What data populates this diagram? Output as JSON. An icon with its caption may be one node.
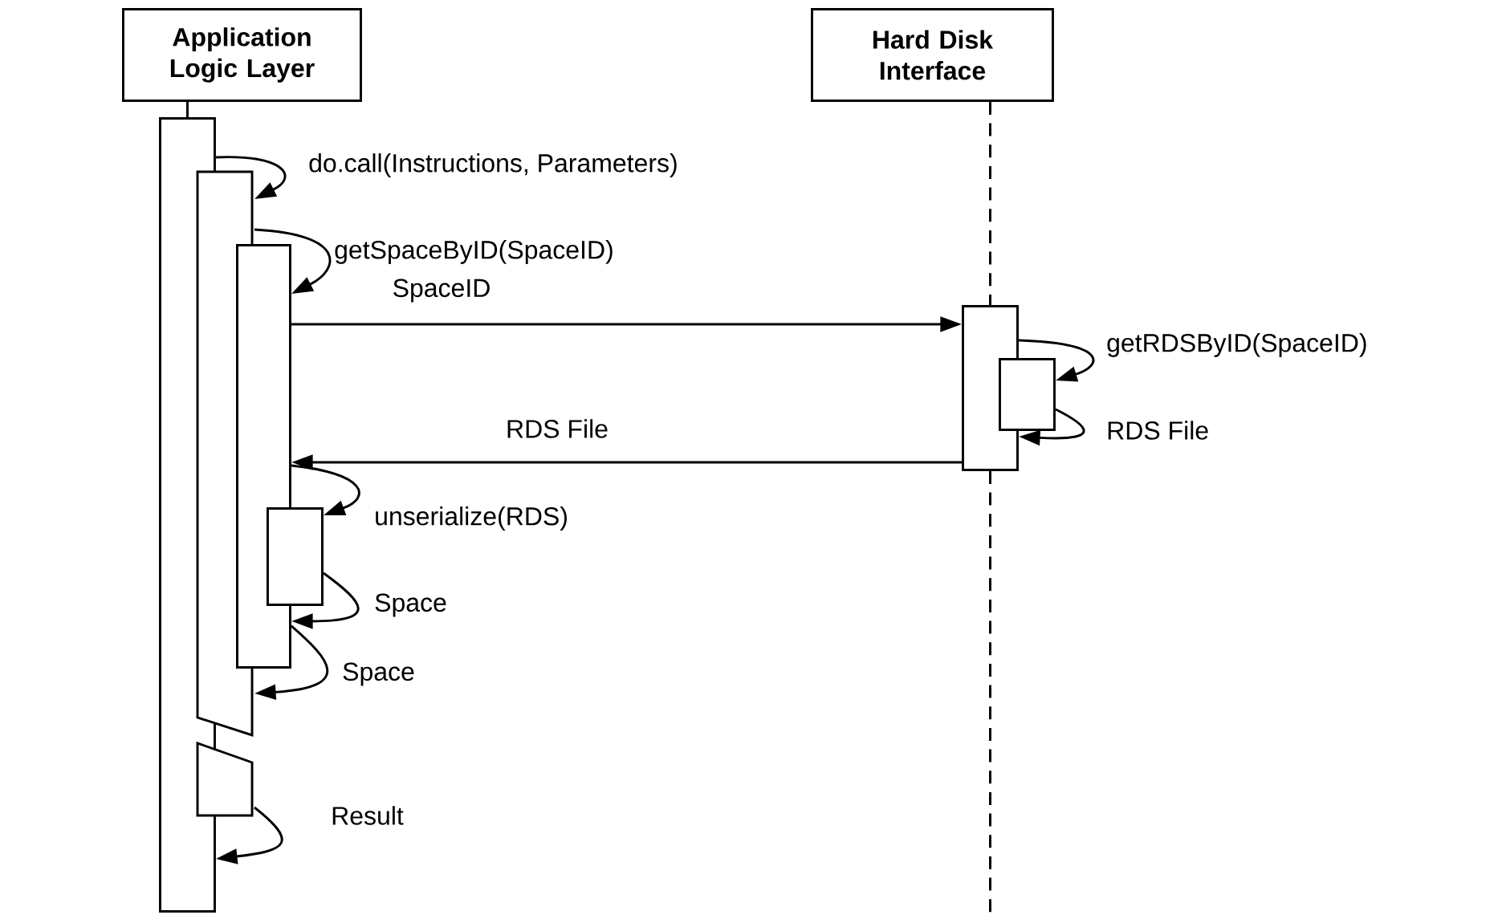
{
  "diagram": {
    "nodes": [
      {
        "text": [
          "Application Logic Layer"
        ]
      },
      {
        "text": [
          "Hard Disk Interface"
        ]
      },
      {
        "text": [],
        "shape": "box"
      },
      {
        "text": [],
        "shape": "box"
      },
      {
        "text": [],
        "shape": "box"
      },
      {
        "text": [],
        "shape": "box"
      },
      {
        "text": [],
        "shape": "box"
      },
      {
        "text": [],
        "shape": "box"
      },
      {
        "text": [],
        "shape": "box"
      }
    ],
    "edges": [
      {
        "from": 0,
        "to": 2,
        "arrow": "none"
      },
      {
        "from": 1,
        "to": 7,
        "arrow": "none",
        "style": "dashed"
      },
      {
        "from": 7,
        "to": null,
        "arrow": "none",
        "style": "dashed"
      },
      {
        "from": 2,
        "to": 3,
        "arrow": "to",
        "label": "do.call(Instructions, Parameters)"
      },
      {
        "from": 3,
        "to": 4,
        "arrow": "to",
        "label": "getSpaceByID(SpaceID)"
      },
      {
        "from": 4,
        "to": 7,
        "arrow": "to",
        "label": "SpaceID"
      },
      {
        "from": 7,
        "to": 8,
        "arrow": "to",
        "label": "getRDSByID(SpaceID)"
      },
      {
        "from": 8,
        "to": 7,
        "arrow": "to",
        "label": "RDS File"
      },
      {
        "from": 7,
        "to": 4,
        "arrow": "to",
        "label": "RDS File"
      },
      {
        "from": 4,
        "to": 5,
        "arrow": "to",
        "label": "unserialize(RDS)"
      },
      {
        "from": 5,
        "to": 4,
        "arrow": "to",
        "label": "Space"
      },
      {
        "from": 4,
        "to": 3,
        "arrow": "to",
        "label": "Space"
      },
      {
        "from": 6,
        "to": 2,
        "arrow": "to",
        "label": "Result"
      }
    ]
  }
}
